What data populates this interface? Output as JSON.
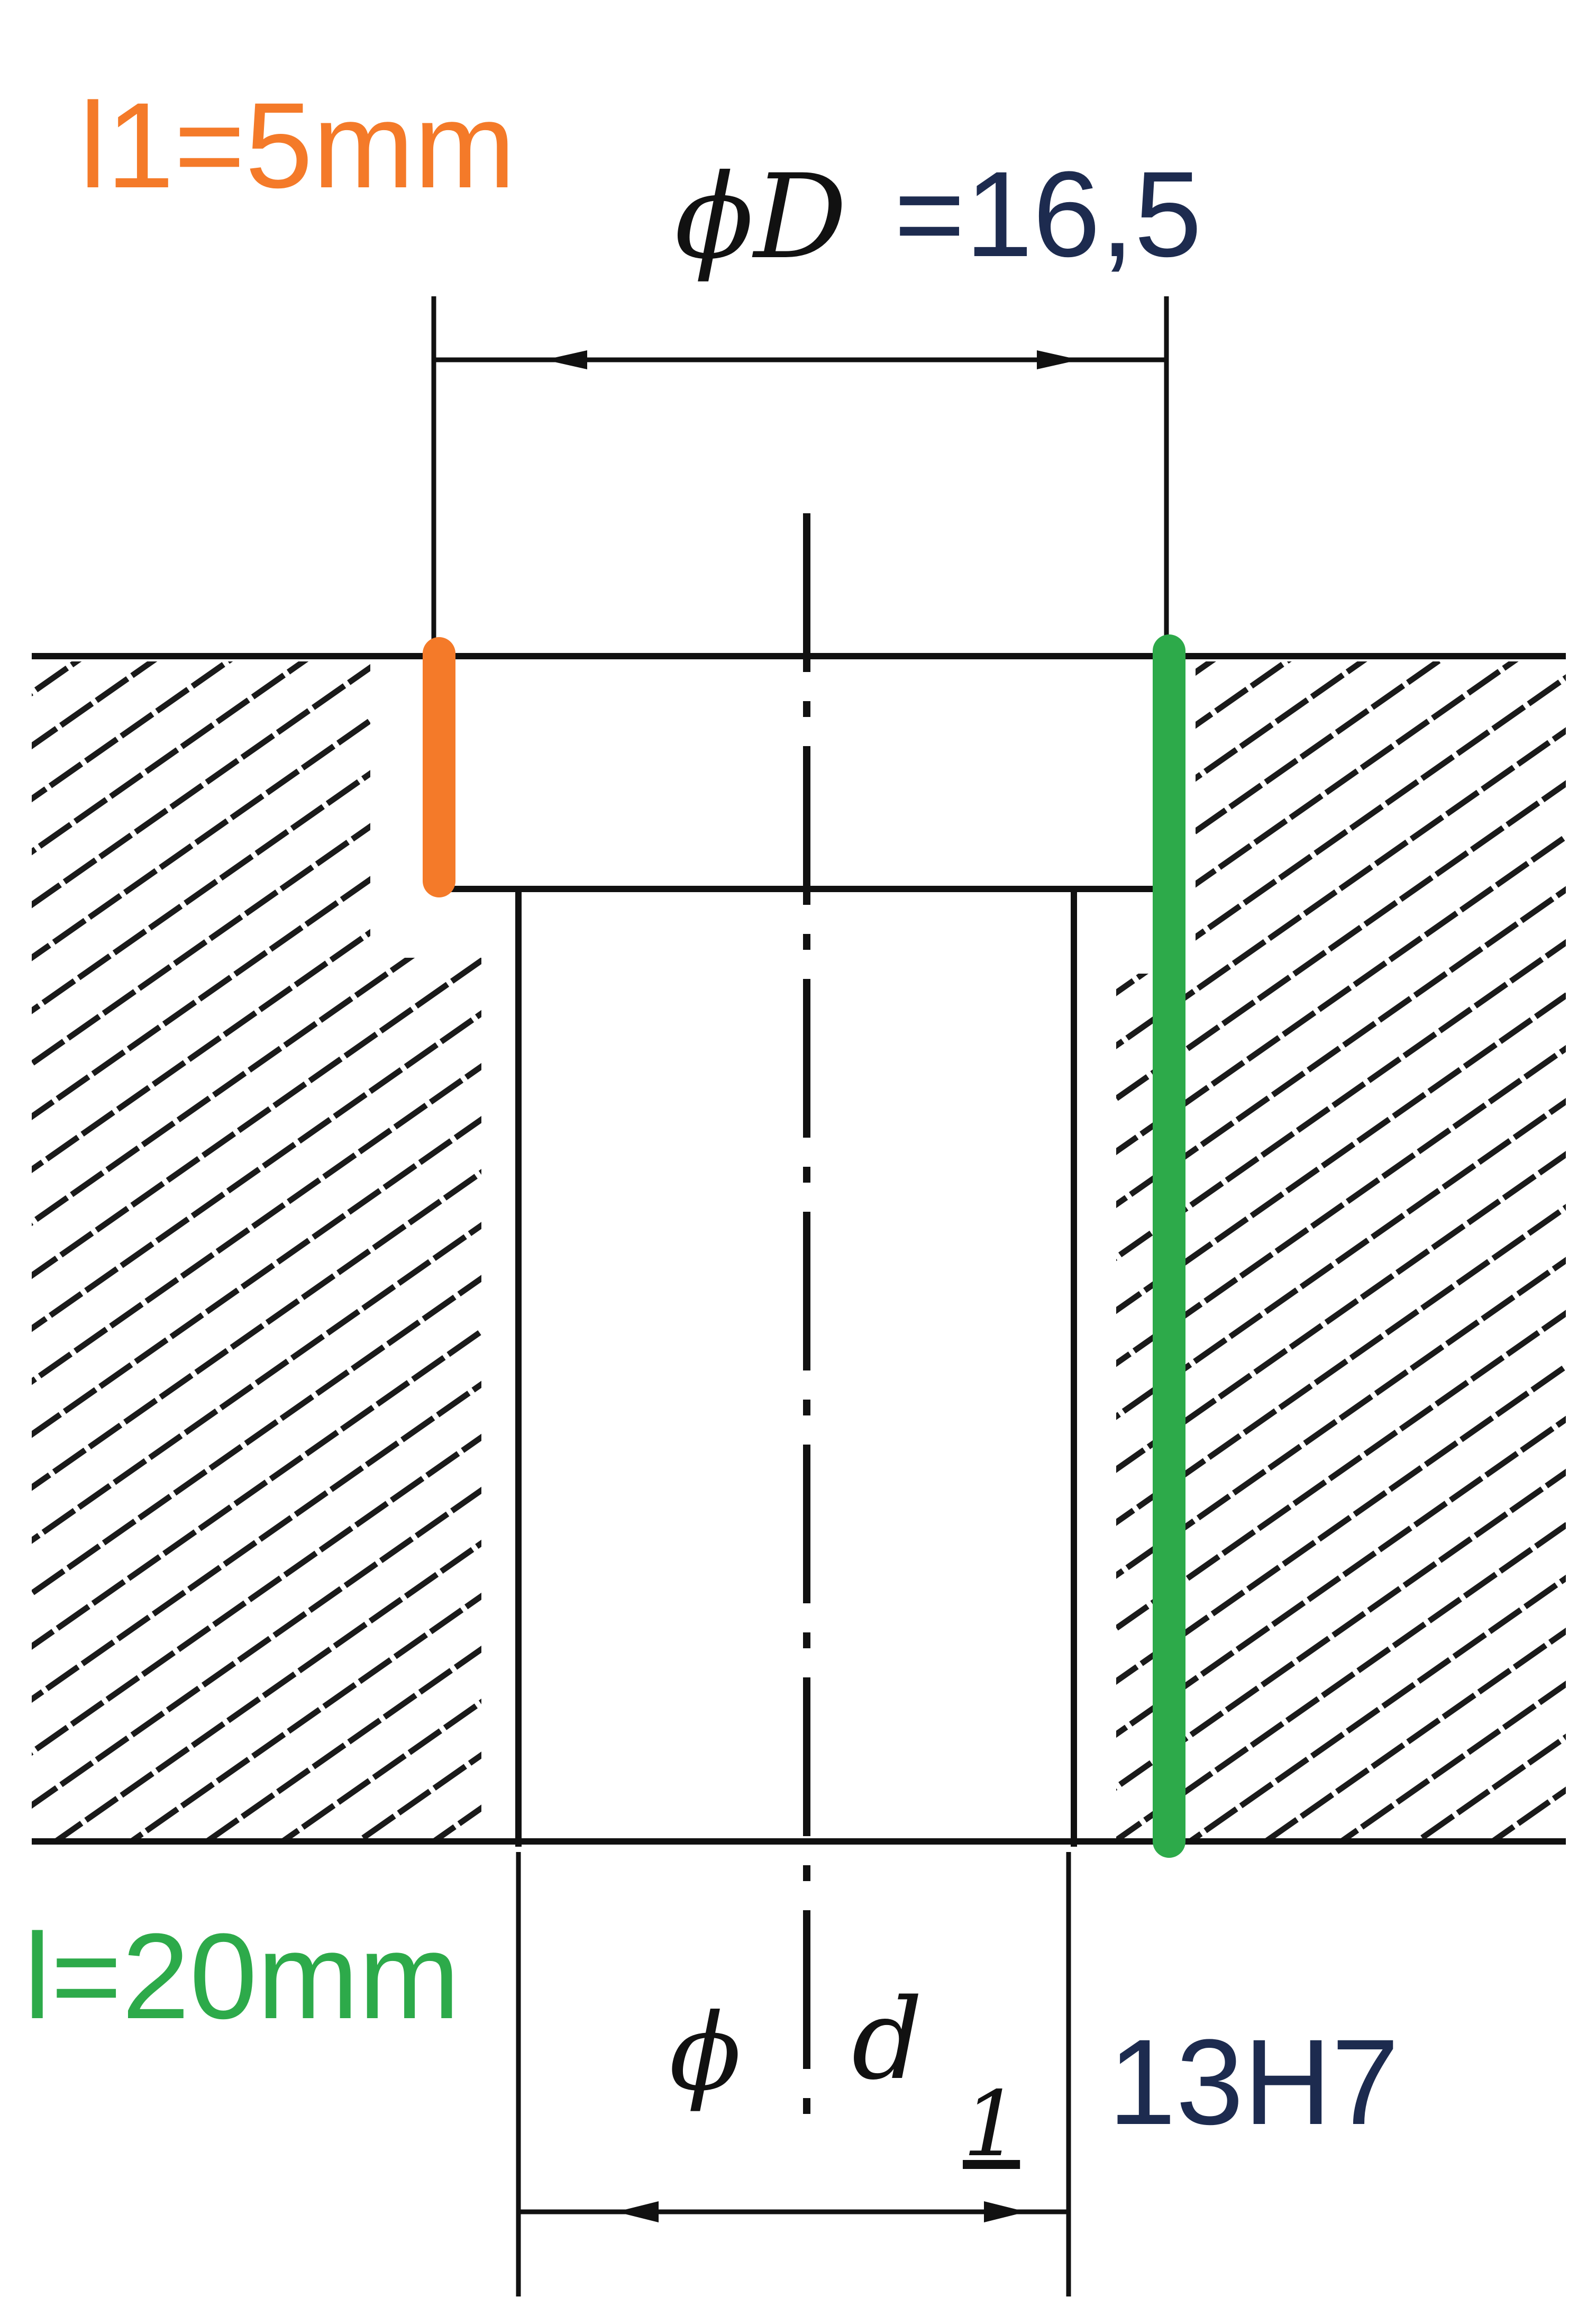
{
  "colors": {
    "outline": "#111111",
    "hatch": "#1a1a1a",
    "counterbore_depth_marker": "#f47a29",
    "hole_length_marker": "#2daa4a",
    "value_text": "#1d2b4f"
  },
  "labels": {
    "counterbore_depth": "l1=5mm",
    "hole_length": "l=20mm",
    "counterbore_diameter_symbol": "ϕD",
    "counterbore_diameter_value": "=16,5",
    "hole_diameter_symbol": "ϕ",
    "hole_diameter_letter": "d",
    "hole_diameter_subscript": "1",
    "hole_tolerance": "13H7"
  }
}
